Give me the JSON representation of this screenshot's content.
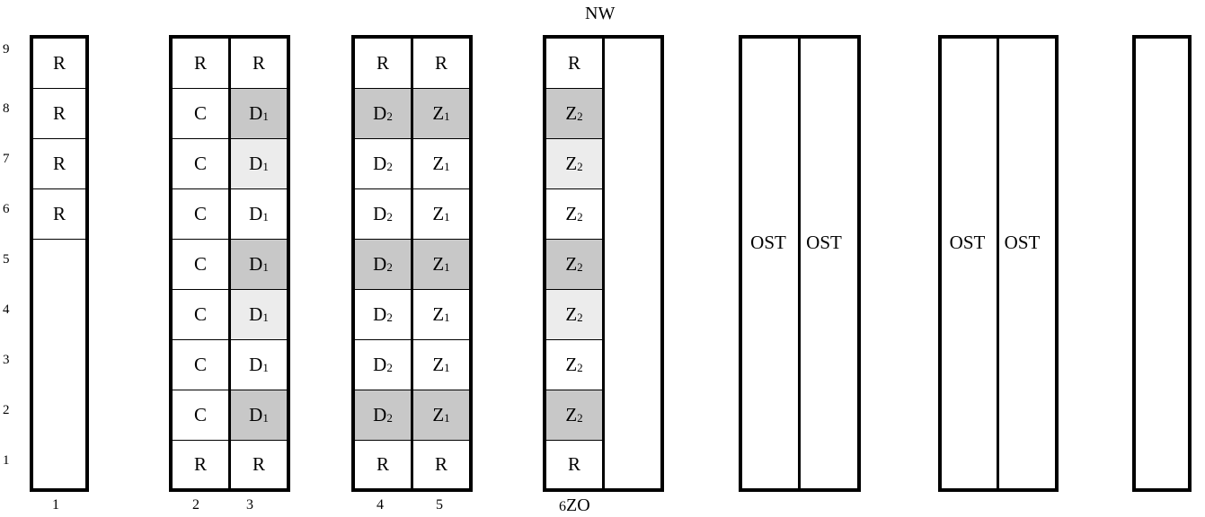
{
  "colors": {
    "dark_fill": "#c8c8c8",
    "light_fill": "#ececec",
    "border": "#000000"
  },
  "diagram": {
    "top_label": "NW",
    "bottom_label": "ZO",
    "row_labels": [
      "9",
      "8",
      "7",
      "6",
      "5",
      "4",
      "3",
      "2",
      "1"
    ],
    "column_labels": [
      "1",
      "2",
      "3",
      "4",
      "5",
      "6"
    ],
    "ost_label": "OST",
    "stacks": [
      {
        "id": "stack-1",
        "cells": [
          {
            "t": "R",
            "s": "w"
          },
          {
            "t": "R",
            "s": "w"
          },
          {
            "t": "R",
            "s": "w"
          },
          {
            "t": "R",
            "s": "w"
          }
        ]
      },
      {
        "id": "stack-2",
        "cells": [
          {
            "t": "R",
            "s": "w"
          },
          {
            "t": "C",
            "s": "w"
          },
          {
            "t": "C",
            "s": "w"
          },
          {
            "t": "C",
            "s": "w"
          },
          {
            "t": "C",
            "s": "w"
          },
          {
            "t": "C",
            "s": "w"
          },
          {
            "t": "C",
            "s": "w"
          },
          {
            "t": "C",
            "s": "w"
          },
          {
            "t": "R",
            "s": "w"
          }
        ]
      },
      {
        "id": "stack-3",
        "cells": [
          {
            "t": "R",
            "s": "w"
          },
          {
            "t": "D",
            "sub": "1",
            "s": "d"
          },
          {
            "t": "D",
            "sub": "1",
            "s": "l"
          },
          {
            "t": "D",
            "sub": "1",
            "s": "w"
          },
          {
            "t": "D",
            "sub": "1",
            "s": "d"
          },
          {
            "t": "D",
            "sub": "1",
            "s": "l"
          },
          {
            "t": "D",
            "sub": "1",
            "s": "w"
          },
          {
            "t": "D",
            "sub": "1",
            "s": "d"
          },
          {
            "t": "R",
            "s": "w"
          }
        ]
      },
      {
        "id": "stack-4",
        "cells": [
          {
            "t": "R",
            "s": "w"
          },
          {
            "t": "D",
            "sub": "2",
            "s": "d"
          },
          {
            "t": "D",
            "sub": "2",
            "s": "w"
          },
          {
            "t": "D",
            "sub": "2",
            "s": "w"
          },
          {
            "t": "D",
            "sub": "2",
            "s": "d"
          },
          {
            "t": "D",
            "sub": "2",
            "s": "w"
          },
          {
            "t": "D",
            "sub": "2",
            "s": "w"
          },
          {
            "t": "D",
            "sub": "2",
            "s": "d"
          },
          {
            "t": "R",
            "s": "w"
          }
        ]
      },
      {
        "id": "stack-5",
        "cells": [
          {
            "t": "R",
            "s": "w"
          },
          {
            "t": "Z",
            "sub": "1",
            "s": "d"
          },
          {
            "t": "Z",
            "sub": "1",
            "s": "w"
          },
          {
            "t": "Z",
            "sub": "1",
            "s": "w"
          },
          {
            "t": "Z",
            "sub": "1",
            "s": "d"
          },
          {
            "t": "Z",
            "sub": "1",
            "s": "w"
          },
          {
            "t": "Z",
            "sub": "1",
            "s": "w"
          },
          {
            "t": "Z",
            "sub": "1",
            "s": "d"
          },
          {
            "t": "R",
            "s": "w"
          }
        ]
      },
      {
        "id": "stack-6",
        "cells": [
          {
            "t": "R",
            "s": "w"
          },
          {
            "t": "Z",
            "sub": "2",
            "s": "d"
          },
          {
            "t": "Z",
            "sub": "2",
            "s": "l"
          },
          {
            "t": "Z",
            "sub": "2",
            "s": "w"
          },
          {
            "t": "Z",
            "sub": "2",
            "s": "d"
          },
          {
            "t": "Z",
            "sub": "2",
            "s": "l"
          },
          {
            "t": "Z",
            "sub": "2",
            "s": "w"
          },
          {
            "t": "Z",
            "sub": "2",
            "s": "d"
          },
          {
            "t": "R",
            "s": "w"
          }
        ]
      }
    ]
  }
}
